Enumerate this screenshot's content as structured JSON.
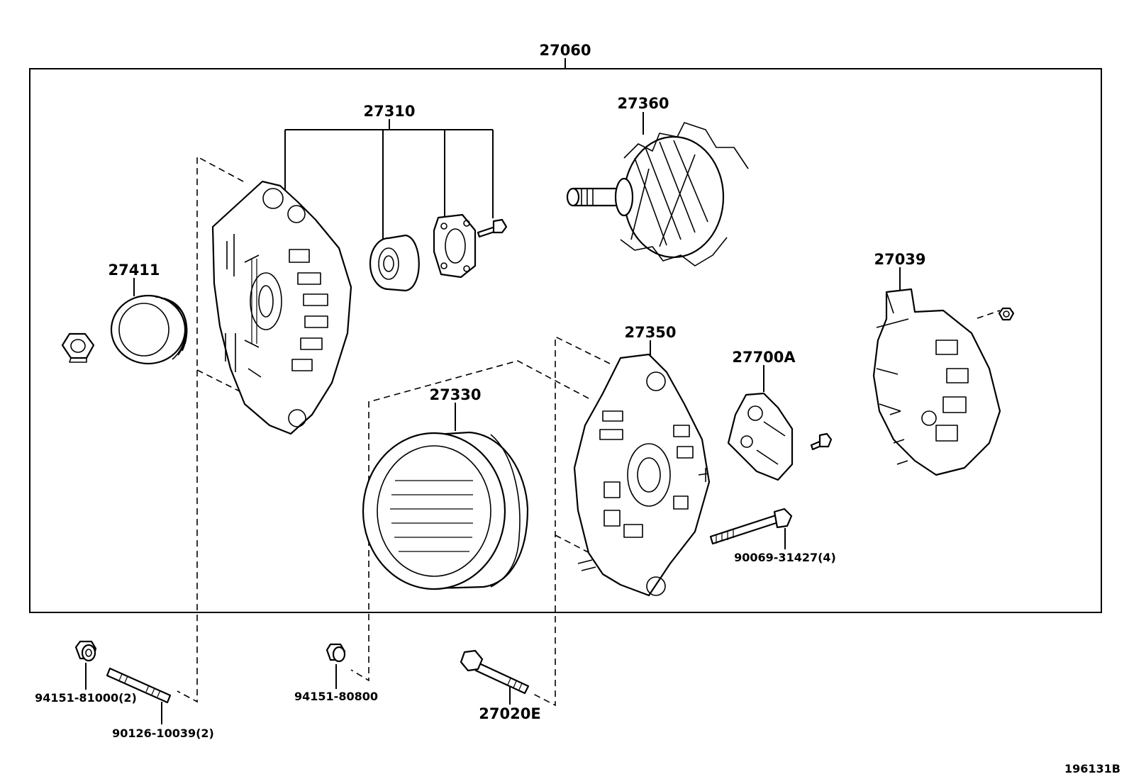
{
  "labels": {
    "assembly": "27060",
    "drive_end_frame": "27310",
    "rotor": "27360",
    "pulley": "27411",
    "rectifier_end_cover": "27039",
    "rectifier_end_frame": "27350",
    "regulator": "27700A",
    "stator": "27330",
    "through_bolt": "90069-31427(4)",
    "nut_left": "94151-81000(2)",
    "stud": "90126-10039(2)",
    "nut_mid": "94151-80800",
    "bolt": "27020E",
    "figure_id": "196131B"
  },
  "icons": [
    "nut-icon",
    "pulley-icon",
    "frame-icon",
    "bearing-icon",
    "plate-icon",
    "screw-icon",
    "rotor-icon",
    "stator-icon",
    "brush-holder-icon",
    "cover-icon",
    "bolt-icon",
    "stud-icon"
  ]
}
